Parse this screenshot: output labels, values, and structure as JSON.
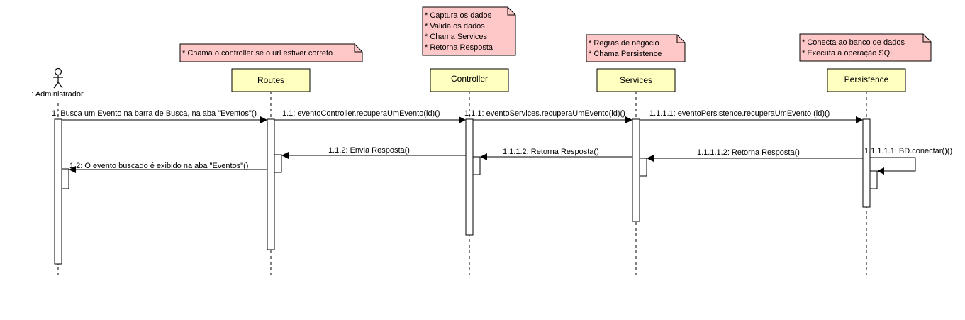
{
  "colors": {
    "lifeline_box_fill": "#ffffc0",
    "note_fill": "#ffc8c8",
    "activation_fill": "#ffffff",
    "line": "#000000"
  },
  "actor": {
    "name": ": Administrador"
  },
  "lifelines": {
    "routes": "Routes",
    "controller": "Controller",
    "services": "Services",
    "persistence": "Persistence"
  },
  "notes": {
    "routes": [
      "* Chama o controller se o url estiver correto"
    ],
    "controller": [
      "* Captura os dados",
      "* Valida os dados",
      "* Chama Services",
      "* Retorna Resposta"
    ],
    "services": [
      "* Regras de négocio",
      "* Chama Persistence"
    ],
    "persistence": [
      "* Conecta ao banco de dados",
      "* Executa a operação SQL"
    ]
  },
  "messages": {
    "m1": "1: Busca um Evento na barra de Busca, na aba \"Eventos\"()",
    "m1_1": "1.1: eventoController.recuperaUmEvento(id)()",
    "m1_1_1": "1.1.1: eventoServices.recuperaUmEvento(id)()",
    "m1_1_1_1": "1.1.1.1: eventoPersistence.recuperaUmEvento (id)()",
    "m1_1_1_1_1": "1.1.1.1.1: BD.conectar()()",
    "m1_1_1_1_2": "1.1.1.1.2: Retorna Resposta()",
    "m1_1_1_2": "1.1.1.2: Retorna Resposta()",
    "m1_1_2": "1.1.2: Envia Resposta()",
    "m1_2": "1.2: O evento buscado é exibido na aba \"Eventos\"()"
  }
}
